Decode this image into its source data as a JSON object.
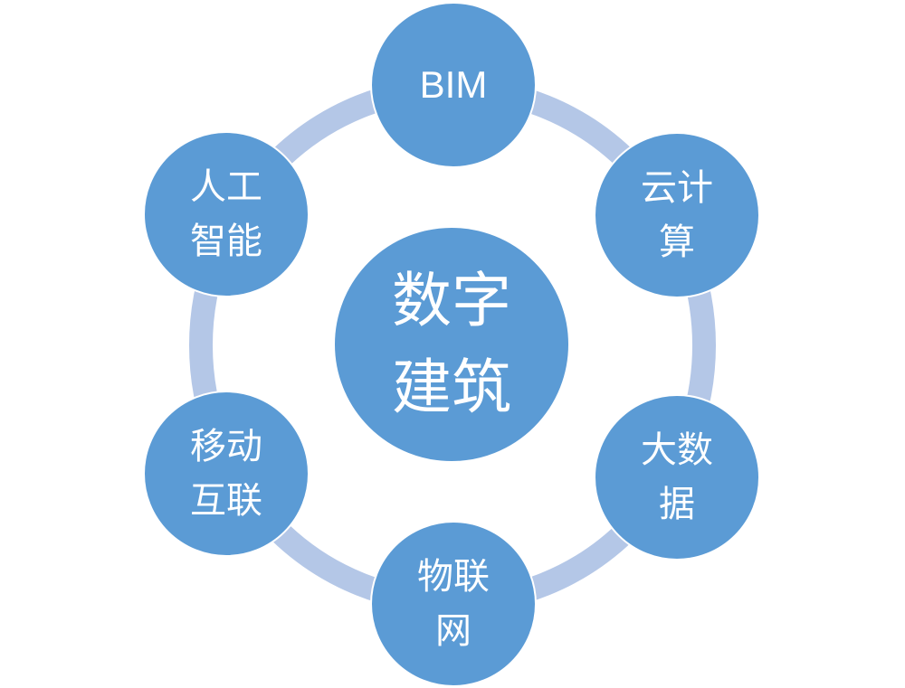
{
  "colors": {
    "node_fill": "#5b9bd5",
    "ring": "#b4c7e7",
    "text": "#ffffff"
  },
  "center": {
    "lines": [
      "数字",
      "建筑"
    ]
  },
  "nodes": {
    "bim": {
      "lines": [
        "BIM"
      ]
    },
    "cloud": {
      "lines": [
        "云计",
        "算"
      ]
    },
    "big_data": {
      "lines": [
        "大数",
        "据"
      ]
    },
    "iot": {
      "lines": [
        "物联",
        "网"
      ]
    },
    "mobile": {
      "lines": [
        "移动",
        "互联"
      ]
    },
    "ai": {
      "lines": [
        "人工",
        "智能"
      ]
    }
  }
}
